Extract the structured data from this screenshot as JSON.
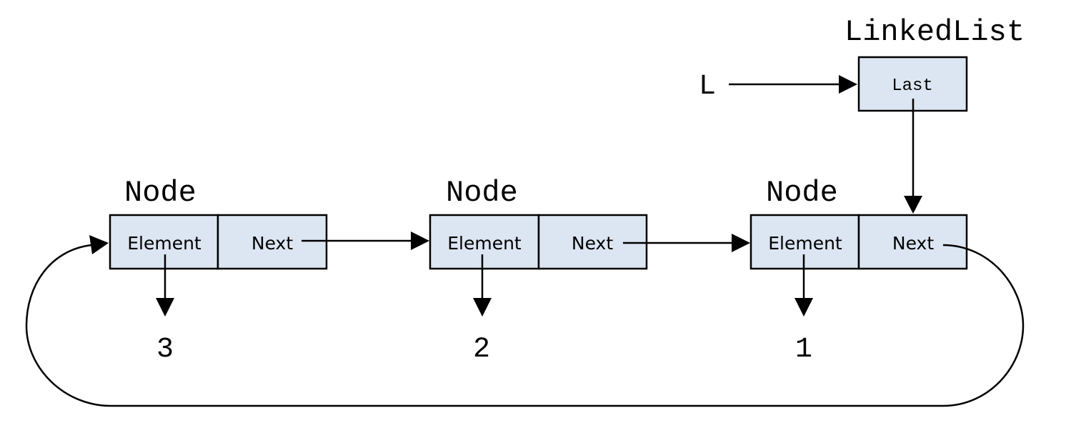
{
  "linked_list": {
    "title": "LinkedList",
    "pointer_name": "L",
    "field_label": "Last"
  },
  "nodes": [
    {
      "title": "Node",
      "element_label": "Element",
      "next_label": "Next",
      "value": "3"
    },
    {
      "title": "Node",
      "element_label": "Element",
      "next_label": "Next",
      "value": "2"
    },
    {
      "title": "Node",
      "element_label": "Element",
      "next_label": "Next",
      "value": "1"
    }
  ],
  "colors": {
    "box_fill": "#dce6f2",
    "stroke": "#000000"
  }
}
